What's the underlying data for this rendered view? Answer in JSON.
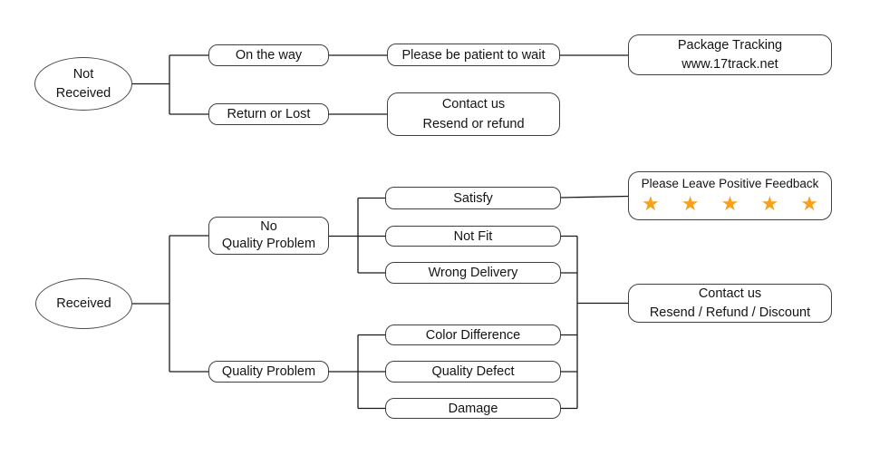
{
  "colors": {
    "background": "#ffffff",
    "line": "#1a1a1a",
    "box_border": "#3f3f3f",
    "text": "#141414",
    "star": "#f5a01e"
  },
  "nodes": {
    "not_received": "Not\nReceived",
    "on_the_way": "On the way",
    "return_or_lost": "Return or Lost",
    "please_be_patient": "Please be patient to wait",
    "package_tracking": "Package Tracking\nwww.17track.net",
    "contact_us_top": "Contact us\nResend or refund",
    "received": "Received",
    "no_quality_problem": "No\nQuality Problem",
    "quality_problem": "Quality Problem",
    "satisfy": "Satisfy",
    "not_fit": "Not Fit",
    "wrong_delivery": "Wrong Delivery",
    "color_difference": "Color Difference",
    "quality_defect": "Quality Defect",
    "damage": "Damage",
    "feedback_title": "Please Leave Positive Feedback",
    "feedback_stars": "★ ★ ★ ★ ★",
    "contact_us_bottom": "Contact us\nResend / Refund / Discount"
  },
  "edges": [
    {
      "from": "not_received",
      "to": "on_the_way"
    },
    {
      "from": "not_received",
      "to": "return_or_lost"
    },
    {
      "from": "on_the_way",
      "to": "please_be_patient"
    },
    {
      "from": "please_be_patient",
      "to": "package_tracking"
    },
    {
      "from": "return_or_lost",
      "to": "contact_us_top"
    },
    {
      "from": "received",
      "to": "no_quality_problem"
    },
    {
      "from": "received",
      "to": "quality_problem"
    },
    {
      "from": "no_quality_problem",
      "to": "satisfy"
    },
    {
      "from": "no_quality_problem",
      "to": "not_fit"
    },
    {
      "from": "no_quality_problem",
      "to": "wrong_delivery"
    },
    {
      "from": "satisfy",
      "to": "positive_feedback"
    },
    {
      "from": "not_fit",
      "to": "contact_us_bottom"
    },
    {
      "from": "wrong_delivery",
      "to": "contact_us_bottom"
    },
    {
      "from": "quality_problem",
      "to": "color_difference"
    },
    {
      "from": "quality_problem",
      "to": "quality_defect"
    },
    {
      "from": "quality_problem",
      "to": "damage"
    },
    {
      "from": "color_difference",
      "to": "contact_us_bottom"
    },
    {
      "from": "quality_defect",
      "to": "contact_us_bottom"
    },
    {
      "from": "damage",
      "to": "contact_us_bottom"
    }
  ]
}
